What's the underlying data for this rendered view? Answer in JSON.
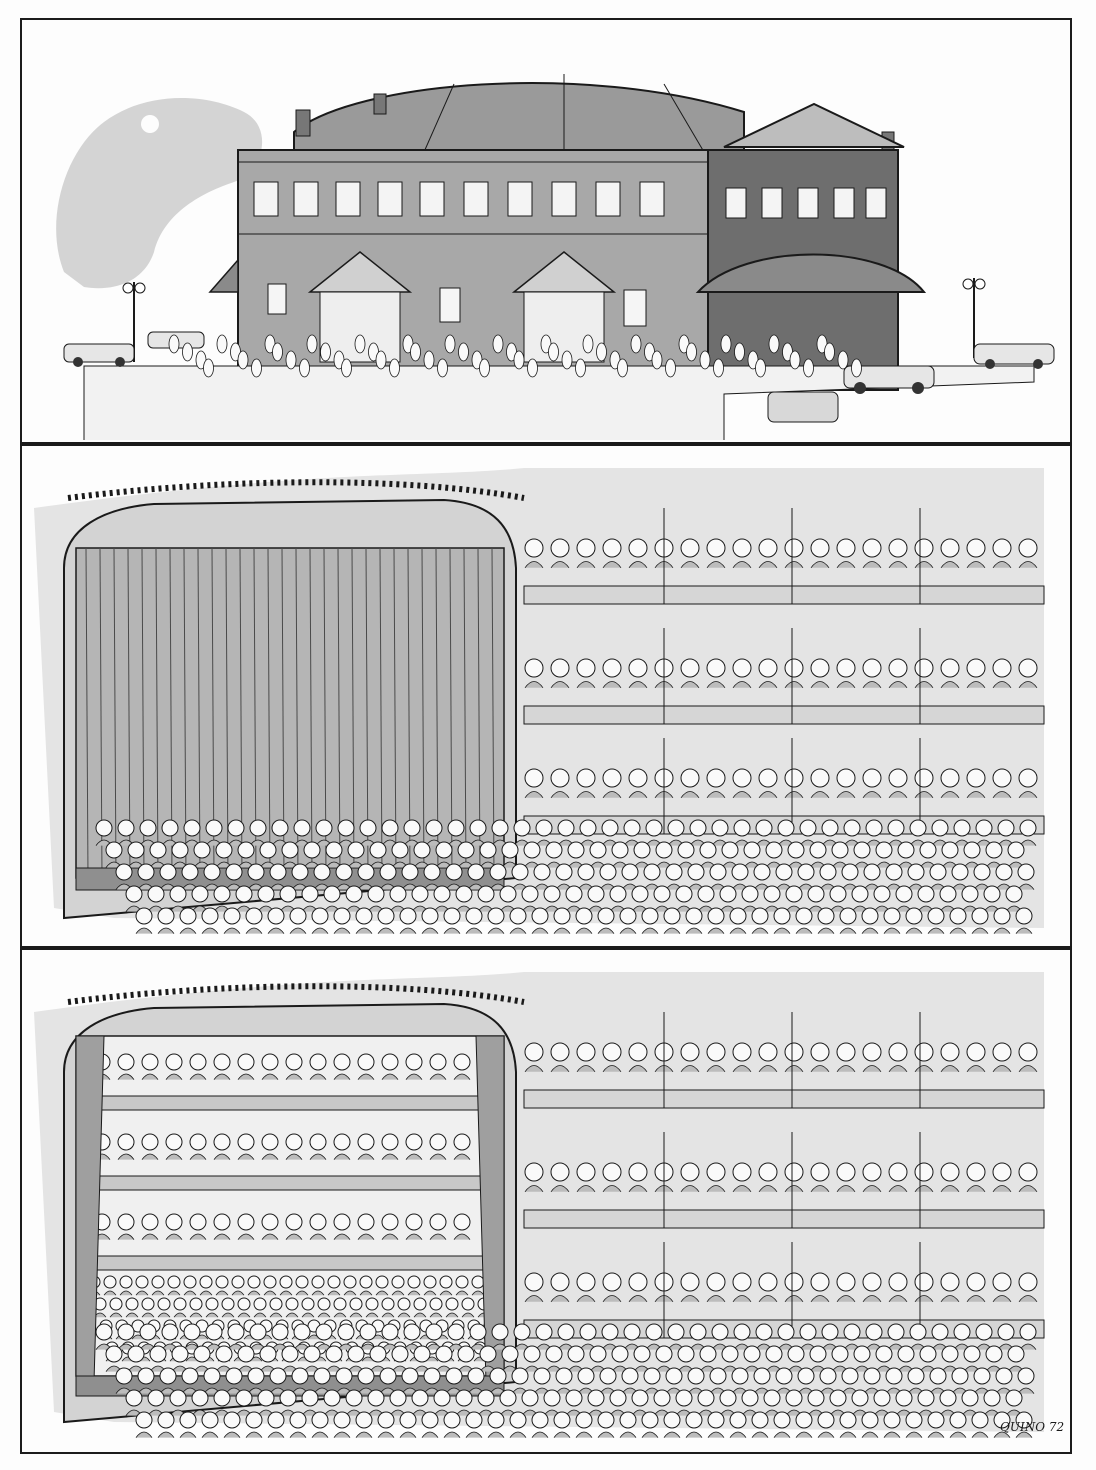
{
  "artwork": {
    "panels": [
      {
        "id": "theater-exterior",
        "subject": "building"
      },
      {
        "id": "auditorium-closed-curtain",
        "subject": "auditorium"
      },
      {
        "id": "auditorium-open-curtain-mirror",
        "subject": "auditorium"
      }
    ],
    "signature": "QUINO 72",
    "colors": {
      "ink": "#1a1a1a",
      "wash": "#b8b8b8",
      "light_wash": "#d9d9d9",
      "paper": "#fdfdfd"
    }
  }
}
